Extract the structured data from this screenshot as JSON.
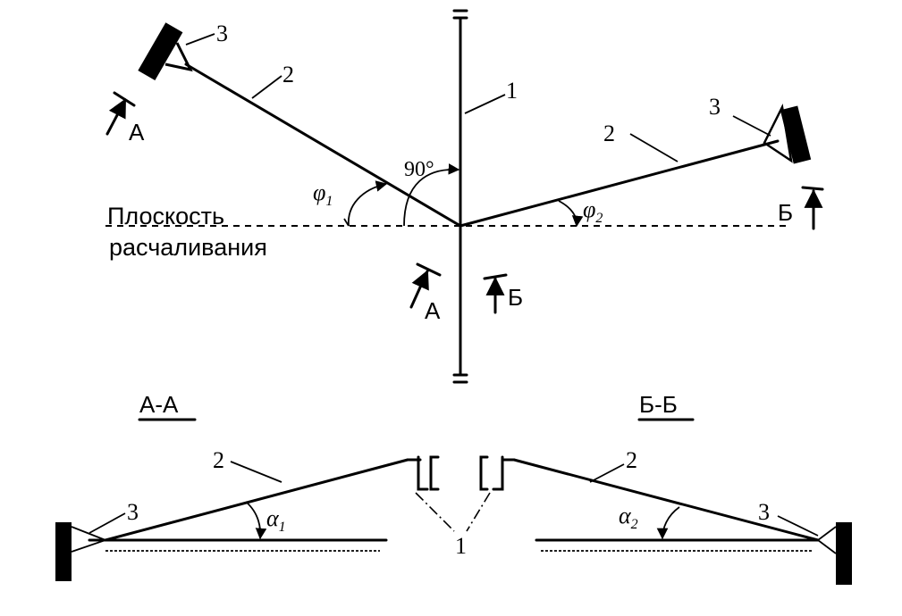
{
  "plan": {
    "section_mark_top": "I",
    "section_mark_bottom": "I",
    "label_mast": "1",
    "label_guy_left": "2",
    "label_guy_right": "2",
    "label_anchor_left": "3",
    "label_anchor_right": "3",
    "angle_right": "90°",
    "phi1": "φ",
    "phi1_sub": "1",
    "phi2": "φ",
    "phi2_sub": "2",
    "plane_label_line1": "Плоскость",
    "plane_label_line2": "расчаливания",
    "view_A": "А",
    "view_A_bottom": "А",
    "view_B": "Б",
    "view_B_bottom": "Б"
  },
  "sections": {
    "title_AA": "А-А",
    "title_BB": "Б-Б",
    "label_guy_left": "2",
    "label_guy_right": "2",
    "label_anchor_left": "3",
    "label_anchor_right": "3",
    "label_mast": "1",
    "alpha1": "α",
    "alpha1_sub": "1",
    "alpha2": "α",
    "alpha2_sub": "2"
  }
}
